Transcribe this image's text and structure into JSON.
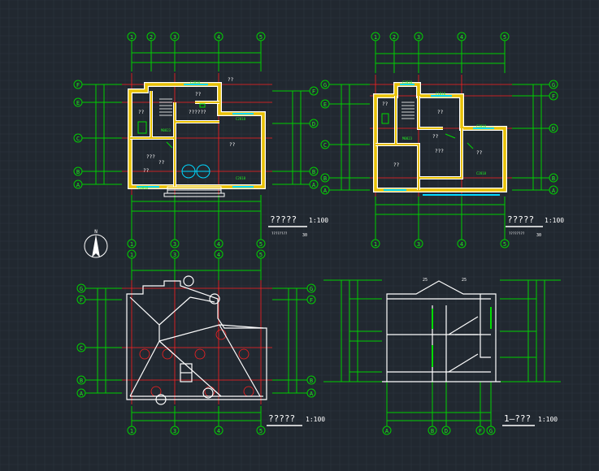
{
  "colors": {
    "background": "#212830",
    "grid": "#2d3540",
    "axis_line": "#00d000",
    "axis_label": "#22ee22",
    "wall": "#ffffff",
    "wall_fill": "#e8c000",
    "red_line": "#ff2020",
    "cyan": "#00d8ff",
    "text": "#ffffff",
    "green": "#00dd00"
  },
  "axis_labels": {
    "c1": "1",
    "c2": "2",
    "c3": "3",
    "c4": "4",
    "c5": "5",
    "rA": "A",
    "rB": "B",
    "rC": "C",
    "rD": "D",
    "rE": "E",
    "rF": "F",
    "rG": "G"
  },
  "north_arrow": {
    "label": "N"
  },
  "plan1": {
    "title": "?????",
    "scale": "1:100",
    "sub": "????????",
    "sub_num": "30",
    "labels": [
      "??",
      "??",
      "???",
      "??",
      "??",
      "??????",
      "??",
      "??"
    ],
    "codes": [
      "C2818",
      "M0823",
      "C2818",
      "C2818",
      "C2818"
    ]
  },
  "plan2": {
    "title": "?????",
    "scale": "1:100",
    "sub": "????????",
    "sub_num": "30",
    "labels": [
      "??",
      "??",
      "???",
      "??",
      "??",
      "??"
    ],
    "codes": [
      "C2818",
      "C1818",
      "C2818",
      "C2818",
      "M0823"
    ]
  },
  "plan3": {
    "title": "?????",
    "scale": "1:100"
  },
  "section": {
    "title": "1—???",
    "scale": "1:100",
    "dims": [
      "25",
      "25"
    ]
  }
}
